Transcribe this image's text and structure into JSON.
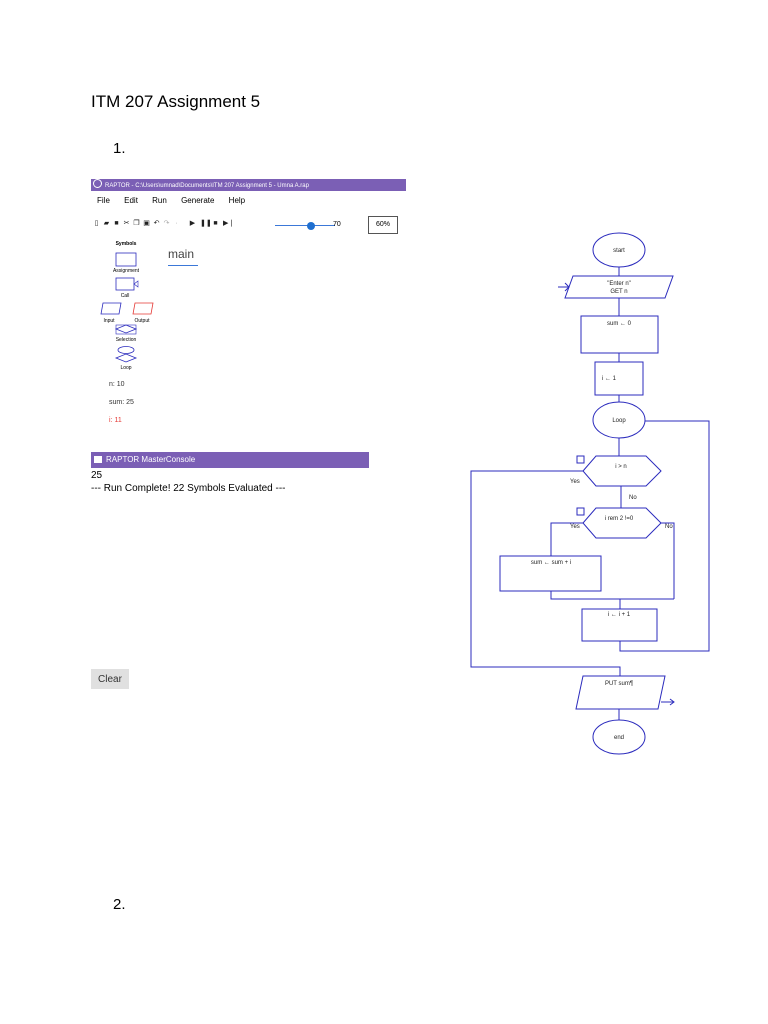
{
  "document": {
    "title": "ITM 207 Assignment 5",
    "item1": "1.",
    "item2": "2."
  },
  "raptor": {
    "window_title": "RAPTOR - C:\\Users\\umnad\\Documents\\ITM 207 Assignment 5 - Umna A.rap",
    "menu": [
      "File",
      "Edit",
      "Run",
      "Generate",
      "Help"
    ],
    "speed_value": "70",
    "zoom": "60%",
    "symbols_heading": "Symbols",
    "symbols": [
      "Assignment",
      "Call",
      "Input",
      "Output",
      "Selection",
      "Loop"
    ],
    "tab_label": "main",
    "variables": [
      {
        "text": "n: 10",
        "color": "#333333"
      },
      {
        "text": "sum: 25",
        "color": "#333333"
      },
      {
        "text": "i: 11",
        "color": "#e53935"
      }
    ]
  },
  "console": {
    "title": "RAPTOR MasterConsole",
    "output_lines": [
      "25",
      "--- Run Complete! 22 Symbols Evaluated ---"
    ],
    "clear_label": "Clear"
  },
  "flowchart": {
    "start": "start",
    "input_prompt": "\"Enter n\"",
    "input_get": "GET n",
    "init_sum": "sum ← 0",
    "init_i": "i ← 1",
    "loop": "Loop",
    "loop_condition": "i > n",
    "yes_label_1": "Yes",
    "no_label_1": "No",
    "selection_condition": "i rem 2 !=0",
    "yes_label_2": "Yes",
    "no_label_2": "No",
    "add_sum": "sum ← sum + i",
    "increment": "i ← i + 1",
    "output": "PUT sum¶",
    "end": "end"
  },
  "colors": {
    "titlebar": "#7b5fb5",
    "flowchart_stroke": "#2b2bbd",
    "accent": "#3b78d8"
  }
}
